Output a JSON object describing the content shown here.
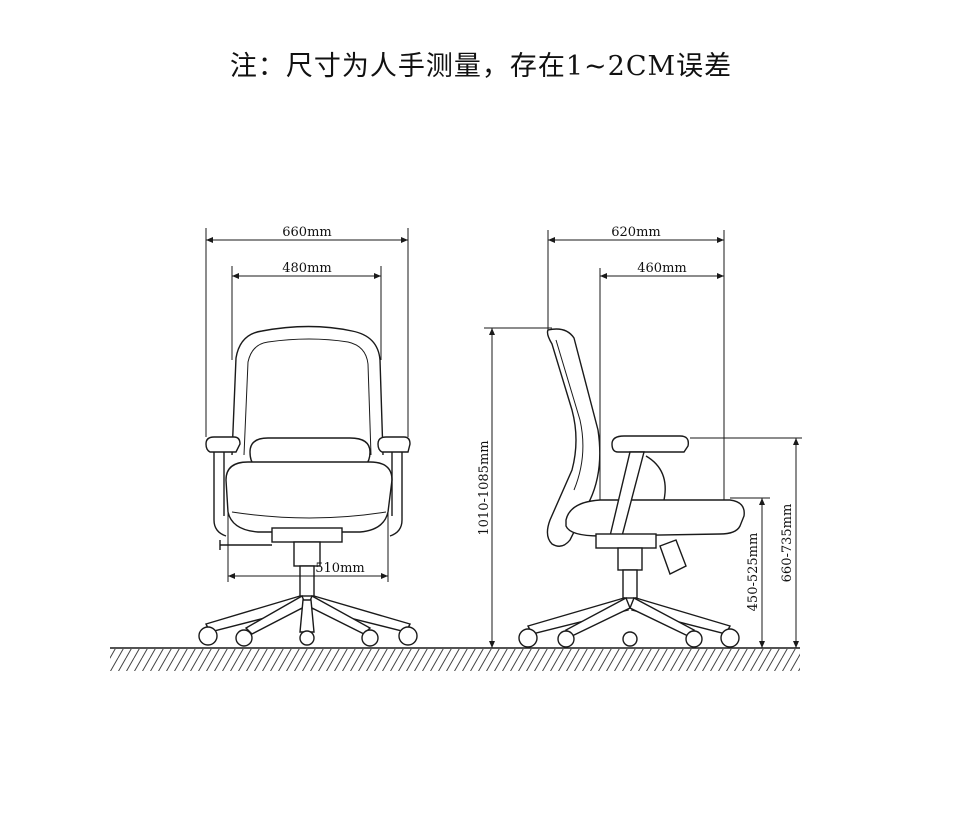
{
  "note": "注：尺寸为人手测量，存在1~2CM误差",
  "dimensions": {
    "front_overall_width": "660mm",
    "front_back_width": "480mm",
    "front_seat_width": "510mm",
    "side_overall_depth": "620mm",
    "side_seat_depth": "460mm",
    "side_total_height": "1010-1085mm",
    "side_seat_height": "450-525mm",
    "side_armrest_height": "660-735mm"
  }
}
